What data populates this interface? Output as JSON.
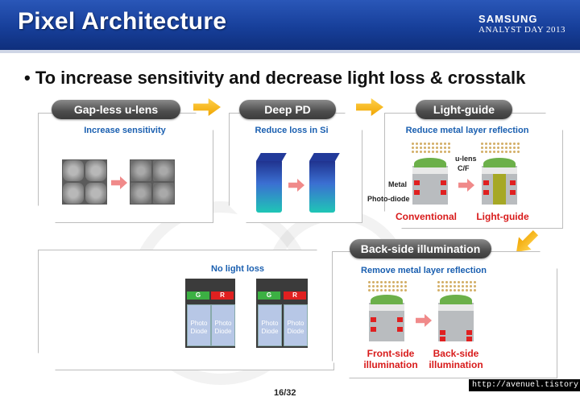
{
  "header": {
    "title": "Pixel Architecture",
    "brand_line1": "SAMSUNG",
    "brand_line2": "ANALYST DAY 2013"
  },
  "bullet": "• To increase sensitivity and decrease light loss & crosstalk",
  "steps": [
    {
      "label": "Gap-less u-lens",
      "sub": "Increase sensitivity"
    },
    {
      "label": "Deep PD",
      "sub": "Reduce loss in Si"
    },
    {
      "label": "Light-guide",
      "sub": "Reduce metal layer reflection"
    },
    {
      "label": "Back-side illumination",
      "sub": "Remove metal layer reflection"
    }
  ],
  "lightguide": {
    "labels": {
      "ulens": "u-lens",
      "cf": "C/F",
      "metal": "Metal",
      "photodiode": "Photo-diode"
    },
    "conventional": "Conventional",
    "lightguide": "Light-guide"
  },
  "bsi": {
    "front": "Front-side illumination",
    "back": "Back-side illumination"
  },
  "noloss": {
    "title": "No light loss",
    "g": "G",
    "r": "R",
    "photo": "Photo Diode"
  },
  "footer": {
    "page": "16/32",
    "url": "http://avenuel.tistory.com"
  },
  "colors": {
    "header_blue": "#1a449e",
    "accent_blue": "#1a5fb0",
    "red": "#d81b1b",
    "arrow": "#f5b10a"
  }
}
